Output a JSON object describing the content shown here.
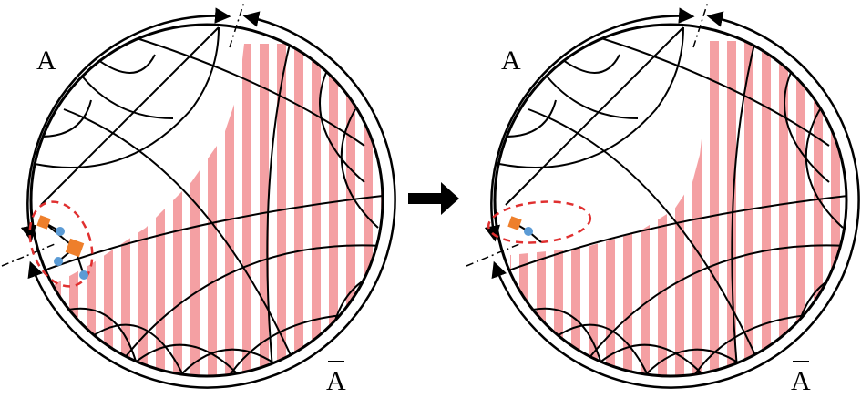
{
  "left_panel": {
    "region_a_label": "A",
    "region_abar_label": "A"
  },
  "right_panel": {
    "region_a_label": "A",
    "region_abar_label": "A"
  },
  "colors": {
    "stripe": "#f4a0a3",
    "line": "#000000",
    "dashed_ellipse": "#e03030",
    "square_node": "#ee7f2b",
    "circle_node": "#5b9bd5"
  }
}
